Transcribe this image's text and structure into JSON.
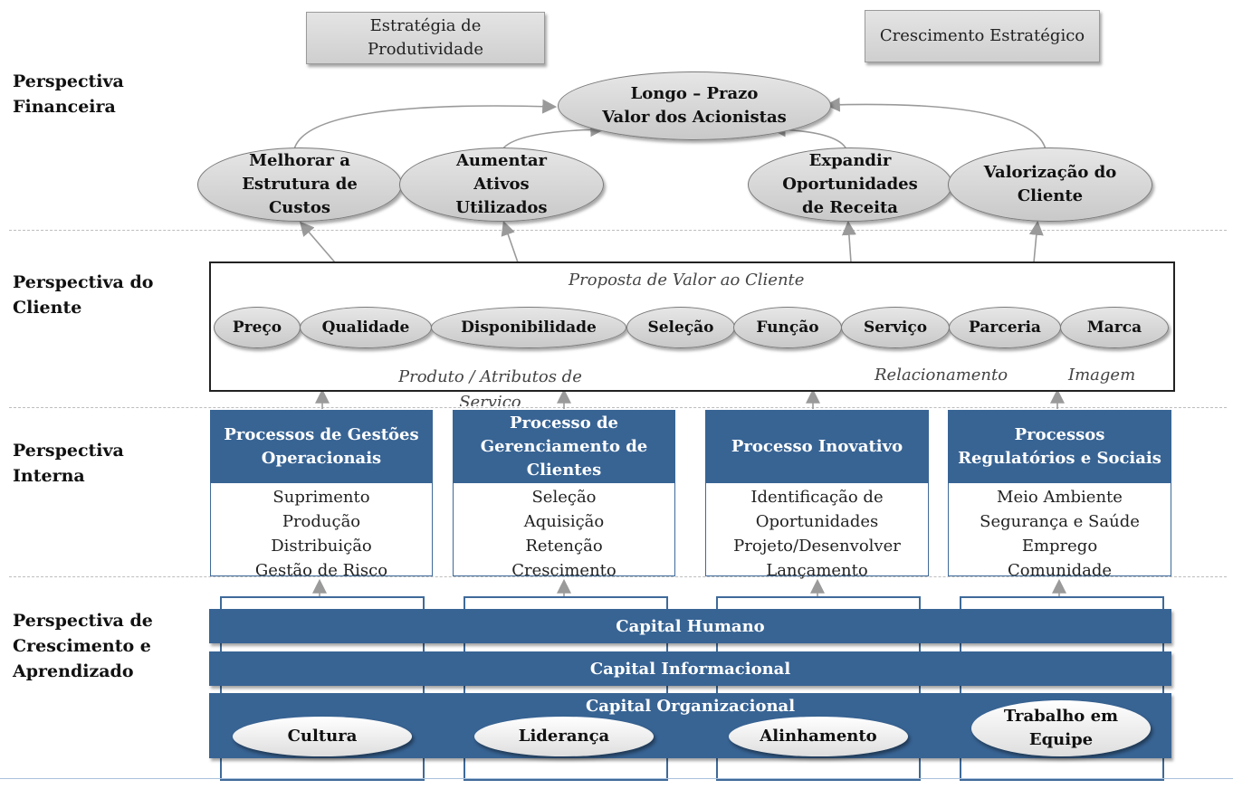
{
  "perspectives": {
    "financial": "Perspectiva\nFinanceira",
    "customer": "Perspectiva do\nCliente",
    "internal": "Perspectiva\nInterna",
    "learning": "Perspectiva de\nCrescimento e\nAprendizado"
  },
  "strategies": {
    "productivity": "Estratégia de\nProdutividade",
    "growth": "Crescimento Estratégico"
  },
  "financial": {
    "goal": "Longo – Prazo\nValor dos Acionistas",
    "objectives": [
      "Melhorar a\nEstrutura de\nCustos",
      "Aumentar\nAtivos\nUtilizados",
      "Expandir\nOportunidades\nde Receita",
      "Valorização do\nCliente"
    ]
  },
  "customer": {
    "title": "Proposta de Valor ao Cliente",
    "attributes": [
      "Preço",
      "Qualidade",
      "Disponibilidade",
      "Seleção",
      "Função",
      "Serviço",
      "Parceria",
      "Marca"
    ],
    "group_labels": {
      "product": "Produto / Atributos de\nServiço",
      "relationship": "Relacionamento",
      "image": "Imagem"
    }
  },
  "internal": {
    "processes": [
      {
        "title": "Processos de Gestões\nOperacionais",
        "items": [
          "Suprimento",
          "Produção",
          "Distribuição",
          "Gestão de Risco"
        ]
      },
      {
        "title": "Processo de\nGerenciamento de\nClientes",
        "items": [
          "Seleção",
          "Aquisição",
          "Retenção",
          "Crescimento"
        ]
      },
      {
        "title": "Processo Inovativo",
        "items": [
          "Identificação de",
          "Oportunidades",
          "Projeto/Desenvolver",
          "Lançamento"
        ]
      },
      {
        "title": "Processos\nRegulatórios e Sociais",
        "items": [
          "Meio Ambiente",
          "Segurança e Saúde",
          "Emprego",
          "Comunidade"
        ]
      }
    ]
  },
  "learning": {
    "human": "Capital Humano",
    "information": "Capital Informacional",
    "organization": "Capital Organizacional",
    "culture_items": [
      "Cultura",
      "Liderança",
      "Alinhamento",
      "Trabalho em\nEquipe"
    ]
  },
  "colors": {
    "process_blue": "#386494",
    "ellipse_gray": "#d4d4d4"
  }
}
